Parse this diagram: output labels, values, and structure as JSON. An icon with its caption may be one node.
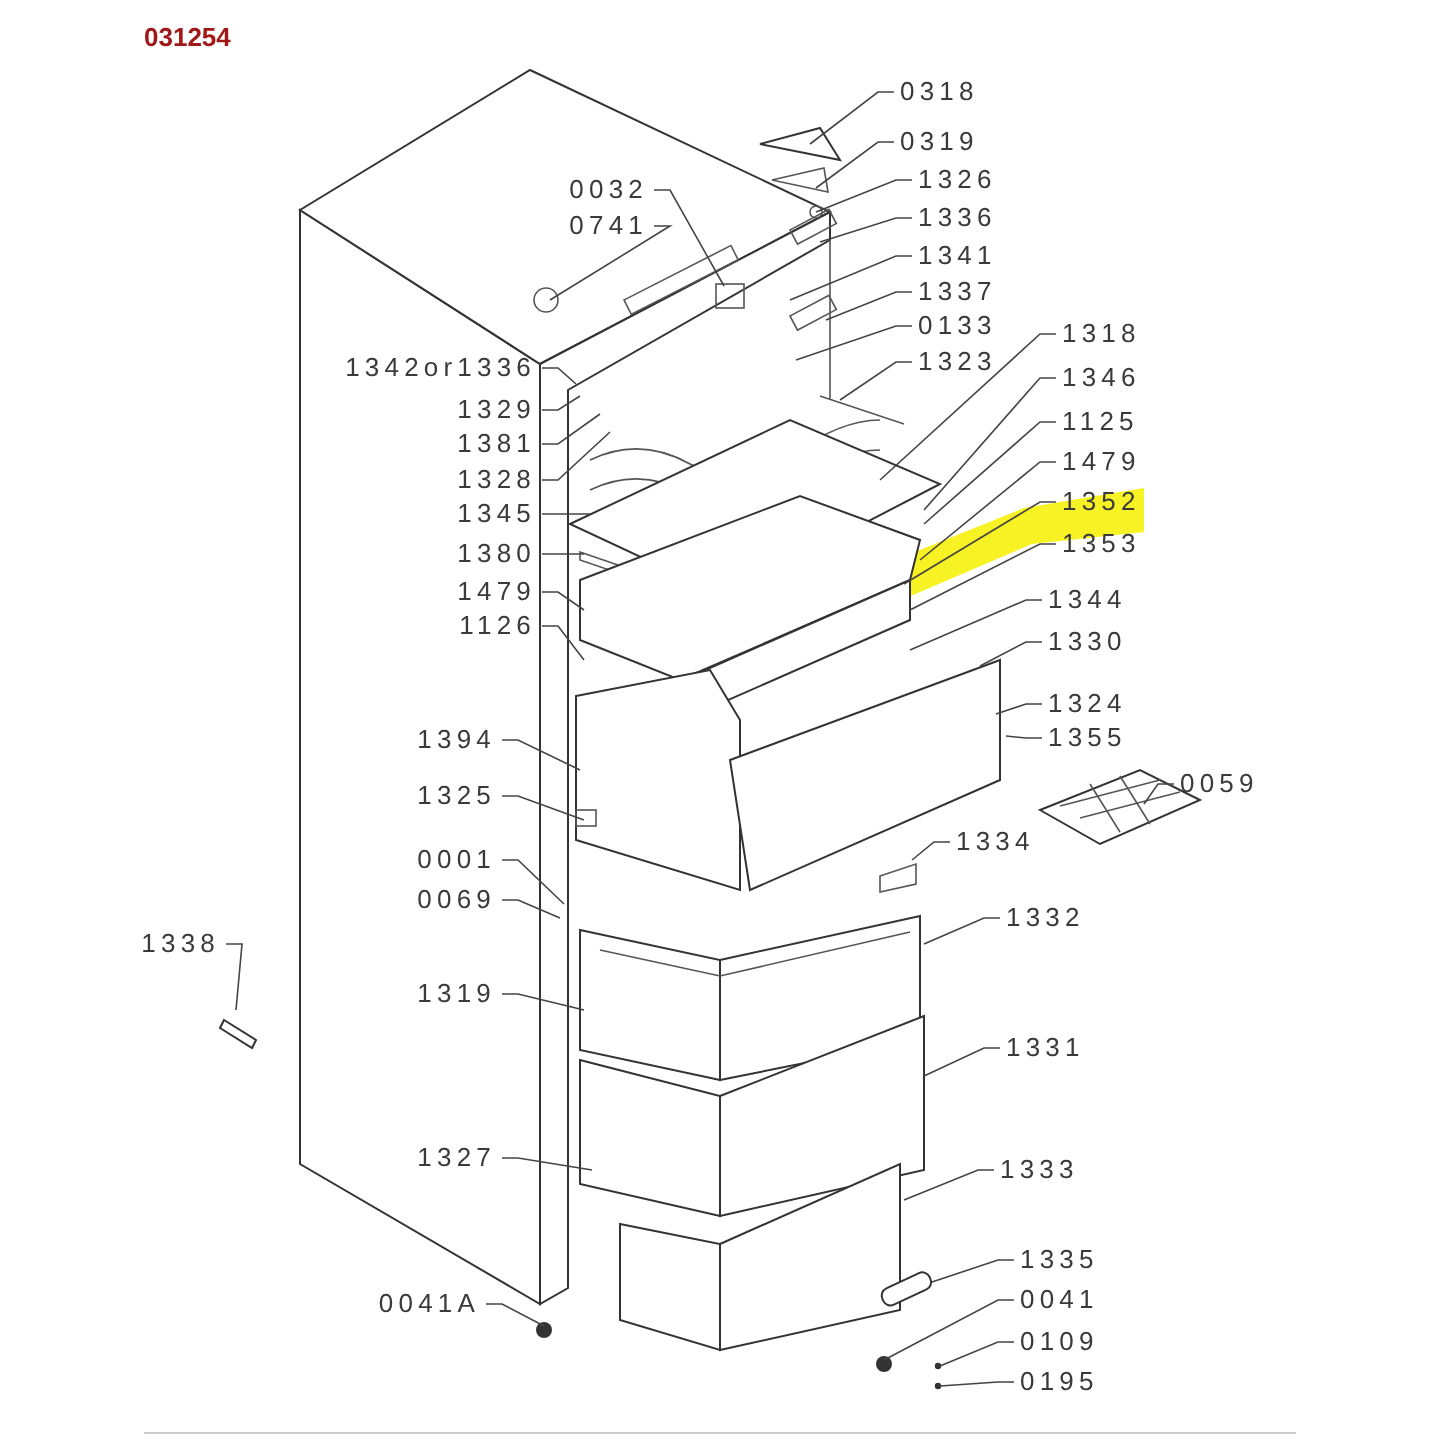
{
  "diagram": {
    "title": "031254",
    "nodes": [
      {
        "text": [
          "0318"
        ]
      },
      {
        "text": [
          "0319"
        ]
      },
      {
        "text": [
          "1326"
        ]
      },
      {
        "text": [
          "1336"
        ]
      },
      {
        "text": [
          "1341"
        ]
      },
      {
        "text": [
          "1337"
        ]
      },
      {
        "text": [
          "0133"
        ]
      },
      {
        "text": [
          "1318"
        ]
      },
      {
        "text": [
          "1323"
        ]
      },
      {
        "text": [
          "1346"
        ]
      },
      {
        "text": [
          "1125"
        ]
      },
      {
        "text": [
          "1479"
        ]
      },
      {
        "text": [
          "1352"
        ]
      },
      {
        "text": [
          "1353"
        ]
      },
      {
        "text": [
          "1344"
        ]
      },
      {
        "text": [
          "1330"
        ]
      },
      {
        "text": [
          "1324"
        ]
      },
      {
        "text": [
          "1355"
        ]
      },
      {
        "text": [
          "0059"
        ]
      },
      {
        "text": [
          "1334"
        ]
      },
      {
        "text": [
          "1332"
        ]
      },
      {
        "text": [
          "1331"
        ]
      },
      {
        "text": [
          "1333"
        ]
      },
      {
        "text": [
          "1335"
        ]
      },
      {
        "text": [
          "0041"
        ]
      },
      {
        "text": [
          "0109"
        ]
      },
      {
        "text": [
          "0195"
        ]
      },
      {
        "text": [
          "0032"
        ]
      },
      {
        "text": [
          "0741"
        ]
      },
      {
        "text": [
          "1342or1336"
        ]
      },
      {
        "text": [
          "1329"
        ]
      },
      {
        "text": [
          "1381"
        ]
      },
      {
        "text": [
          "1328"
        ]
      },
      {
        "text": [
          "1345"
        ]
      },
      {
        "text": [
          "1380"
        ]
      },
      {
        "text": [
          "1479"
        ]
      },
      {
        "text": [
          "1126"
        ]
      },
      {
        "text": [
          "1394"
        ]
      },
      {
        "text": [
          "1325"
        ]
      },
      {
        "text": [
          "0001"
        ]
      },
      {
        "text": [
          "0069"
        ]
      },
      {
        "text": [
          "1338"
        ]
      },
      {
        "text": [
          "1319"
        ]
      },
      {
        "text": [
          "1327"
        ]
      },
      {
        "text": [
          "0041A"
        ]
      }
    ],
    "edges": [
      {
        "from": 0,
        "to": null,
        "arrow": "none"
      },
      {
        "from": 1,
        "to": null,
        "arrow": "none"
      },
      {
        "from": 2,
        "to": null,
        "arrow": "none"
      },
      {
        "from": 3,
        "to": null,
        "arrow": "none"
      },
      {
        "from": 4,
        "to": null,
        "arrow": "none"
      },
      {
        "from": 5,
        "to": null,
        "arrow": "none"
      },
      {
        "from": 6,
        "to": null,
        "arrow": "none"
      },
      {
        "from": 7,
        "to": null,
        "arrow": "none"
      },
      {
        "from": 8,
        "to": null,
        "arrow": "none"
      },
      {
        "from": 9,
        "to": null,
        "arrow": "none"
      },
      {
        "from": 10,
        "to": null,
        "arrow": "none"
      },
      {
        "from": 11,
        "to": null,
        "arrow": "none"
      },
      {
        "from": 12,
        "to": null,
        "arrow": "none"
      },
      {
        "from": 13,
        "to": null,
        "arrow": "none"
      },
      {
        "from": 14,
        "to": null,
        "arrow": "none"
      },
      {
        "from": 15,
        "to": null,
        "arrow": "none"
      },
      {
        "from": 16,
        "to": null,
        "arrow": "none"
      },
      {
        "from": 17,
        "to": null,
        "arrow": "none"
      },
      {
        "from": 18,
        "to": null,
        "arrow": "none"
      },
      {
        "from": 19,
        "to": null,
        "arrow": "none"
      },
      {
        "from": 20,
        "to": null,
        "arrow": "none"
      },
      {
        "from": 21,
        "to": null,
        "arrow": "none"
      },
      {
        "from": 22,
        "to": null,
        "arrow": "none"
      },
      {
        "from": 23,
        "to": null,
        "arrow": "none"
      },
      {
        "from": 24,
        "to": null,
        "arrow": "none"
      },
      {
        "from": 25,
        "to": null,
        "arrow": "none"
      },
      {
        "from": 26,
        "to": null,
        "arrow": "none"
      },
      {
        "from": 27,
        "to": null,
        "arrow": "none"
      },
      {
        "from": 28,
        "to": null,
        "arrow": "none"
      },
      {
        "from": 29,
        "to": null,
        "arrow": "none"
      },
      {
        "from": 30,
        "to": null,
        "arrow": "none"
      },
      {
        "from": 31,
        "to": null,
        "arrow": "none"
      },
      {
        "from": 32,
        "to": null,
        "arrow": "none"
      },
      {
        "from": 33,
        "to": null,
        "arrow": "none"
      },
      {
        "from": 34,
        "to": null,
        "arrow": "none"
      },
      {
        "from": 35,
        "to": null,
        "arrow": "none"
      },
      {
        "from": 36,
        "to": null,
        "arrow": "none"
      },
      {
        "from": 37,
        "to": null,
        "arrow": "none"
      },
      {
        "from": 38,
        "to": null,
        "arrow": "none"
      },
      {
        "from": 39,
        "to": null,
        "arrow": "none"
      },
      {
        "from": 40,
        "to": null,
        "arrow": "none"
      },
      {
        "from": 41,
        "to": null,
        "arrow": "none"
      },
      {
        "from": 42,
        "to": null,
        "arrow": "none"
      },
      {
        "from": 43,
        "to": null,
        "arrow": "none"
      },
      {
        "from": 44,
        "to": null,
        "arrow": "none"
      }
    ]
  }
}
